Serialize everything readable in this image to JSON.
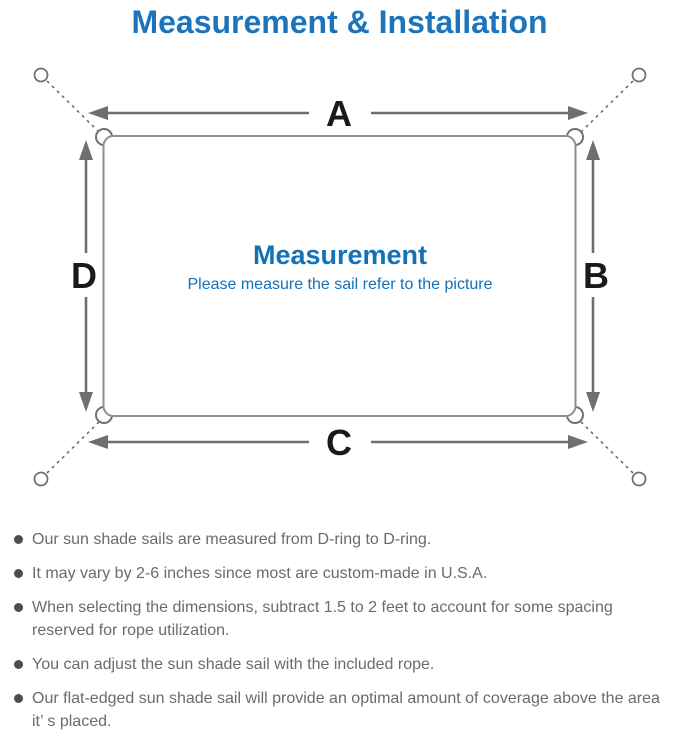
{
  "title": "Measurement & Installation",
  "colors": {
    "title_blue": "#1b74bc",
    "center_blue": "#1371b7",
    "diagram_gray": "#6f6f6f",
    "border_gray": "#8f8f8f",
    "note_gray": "#6b6b6b",
    "label_black": "#1a1a1a"
  },
  "diagram": {
    "labels": {
      "top": "A",
      "right": "B",
      "bottom": "C",
      "left": "D"
    },
    "center_title": "Measurement",
    "center_subtitle": "Please measure the sail refer to the picture"
  },
  "notes": {
    "items": [
      "Our sun shade sails are measured from D-ring to D-ring.",
      "It may vary by 2-6 inches since most are custom-made in U.S.A.",
      "When selecting the dimensions, subtract 1.5 to 2 feet to account for some spacing reserved for rope utilization.",
      "You can adjust the sun shade sail with the included rope.",
      "Our flat-edged sun shade sail will provide an optimal amount of coverage above the area it’ s placed."
    ]
  }
}
